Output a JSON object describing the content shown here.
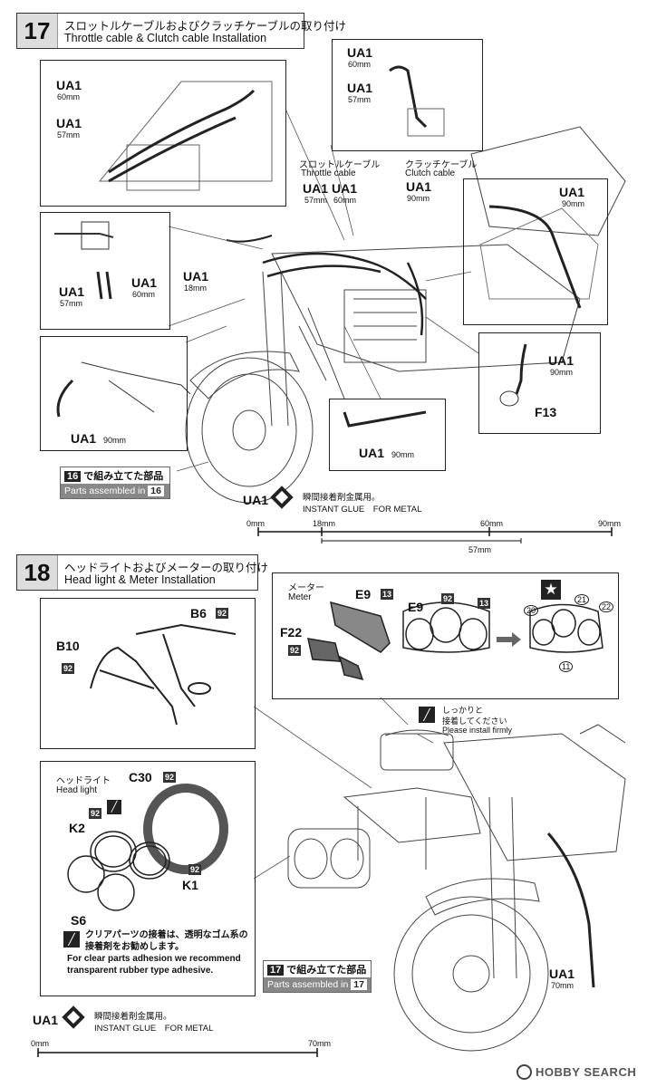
{
  "step17": {
    "number": "17",
    "title_ja": "スロットルケーブルおよびクラッチケーブルの取り付け",
    "title_en": "Throttle cable & Clutch cable Installation",
    "labels": {
      "ua1": "UA1",
      "mm60": "60mm",
      "mm57": "57mm",
      "mm18": "18mm",
      "mm90": "90mm",
      "throttle_ja": "スロットルケーブル",
      "throttle_en": "Throttle cable",
      "clutch_ja": "クラッチケーブル",
      "clutch_en": "Clutch cable",
      "f13": "F13"
    },
    "assembled": {
      "num": "16",
      "ja": "で組み立てた部品",
      "en": "Parts assembled in"
    },
    "glue": {
      "code": "UA1",
      "ja": "瞬間接着剤金属用。",
      "en": "INSTANT GLUE　FOR METAL"
    },
    "scale": {
      "ticks": [
        "0mm",
        "18mm",
        "60mm",
        "90mm"
      ],
      "sub": "57mm"
    }
  },
  "step18": {
    "number": "18",
    "title_ja": "ヘッドライトおよびメーターの取り付け",
    "title_en": "Head light & Meter Installation",
    "meter": {
      "label_ja": "メーター",
      "label_en": "Meter",
      "e9": "E9",
      "n13": "13",
      "n92": "92",
      "f22": "F22",
      "n20": "20",
      "n21": "21",
      "n22": "22",
      "n11": "11"
    },
    "frame": {
      "b6": "B6",
      "b10": "B10",
      "n92": "92"
    },
    "headlight": {
      "label_ja": "ヘッドライト",
      "label_en": "Head light",
      "c30": "C30",
      "k2": "K2",
      "k1": "K1",
      "s6": "S6",
      "n92": "92",
      "note_ja": "クリアパーツの接着は、透明なゴム系の接着剤をお勧めします。",
      "note_en": "For clear parts adhesion we recommend transparent rubber type adhesive."
    },
    "install_firmly": {
      "ja1": "しっかりと",
      "ja2": "接着してください",
      "en": "Please install firmly"
    },
    "ua1": "UA1",
    "mm70": "70mm",
    "assembled": {
      "num": "17",
      "ja": "で組み立てた部品",
      "en": "Parts assembled in"
    },
    "glue": {
      "code": "UA1",
      "ja": "瞬間接着剤金属用。",
      "en": "INSTANT GLUE　FOR METAL"
    },
    "scale": {
      "ticks": [
        "0mm",
        "70mm"
      ]
    }
  },
  "footer": {
    "logo_text": "HOBBY SEARCH"
  }
}
